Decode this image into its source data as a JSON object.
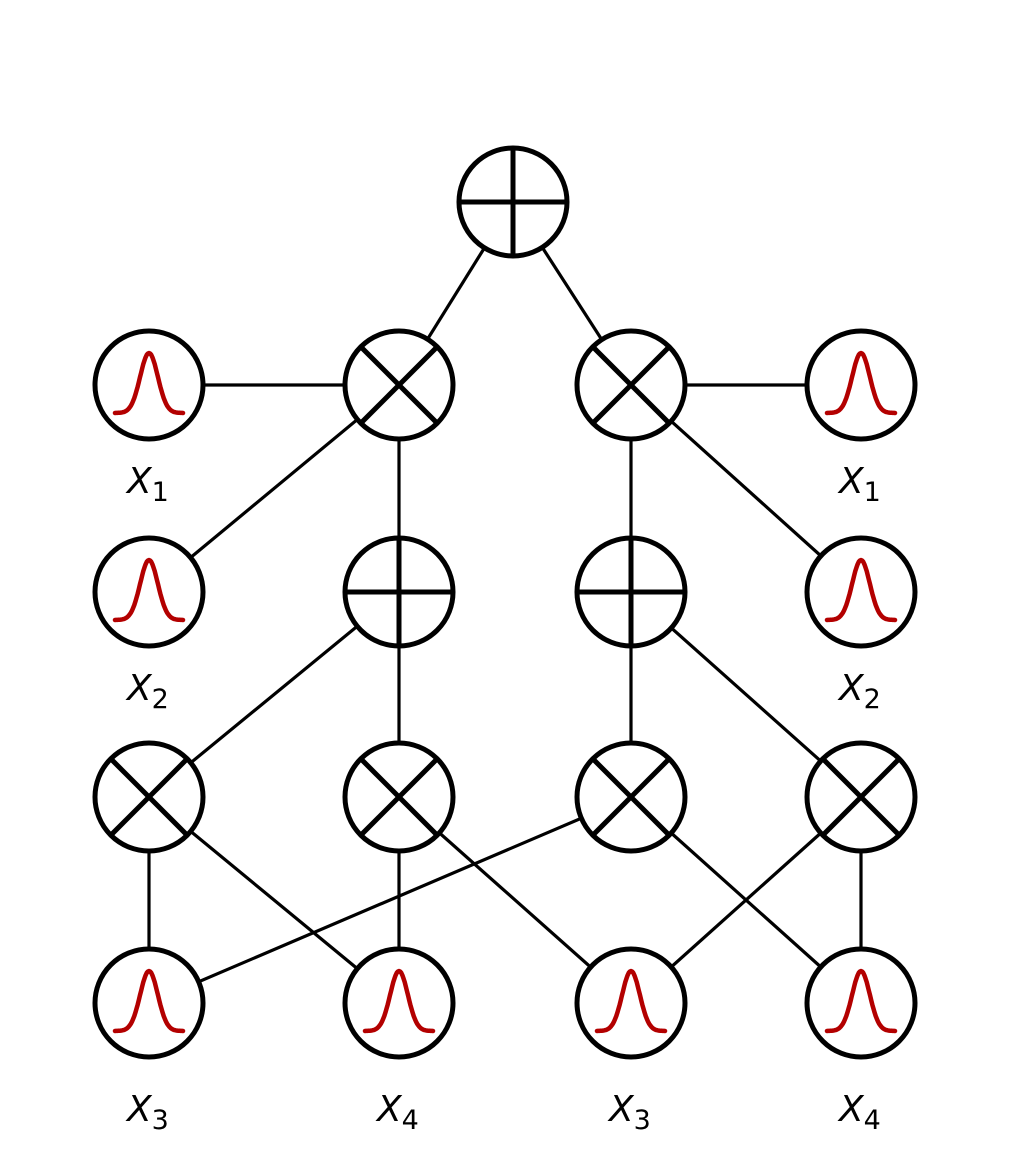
{
  "diagram": {
    "accent_color": "#b30000",
    "leaves": [
      {
        "var": "X",
        "sub": "1"
      },
      {
        "var": "X",
        "sub": "1"
      },
      {
        "var": "X",
        "sub": "2"
      },
      {
        "var": "X",
        "sub": "2"
      },
      {
        "var": "X",
        "sub": "3"
      },
      {
        "var": "X",
        "sub": "4"
      },
      {
        "var": "X",
        "sub": "3"
      },
      {
        "var": "X",
        "sub": "4"
      }
    ],
    "node_types": {
      "sum": "sum-node",
      "product": "product-node",
      "leaf": "gaussian-leaf-node"
    }
  }
}
